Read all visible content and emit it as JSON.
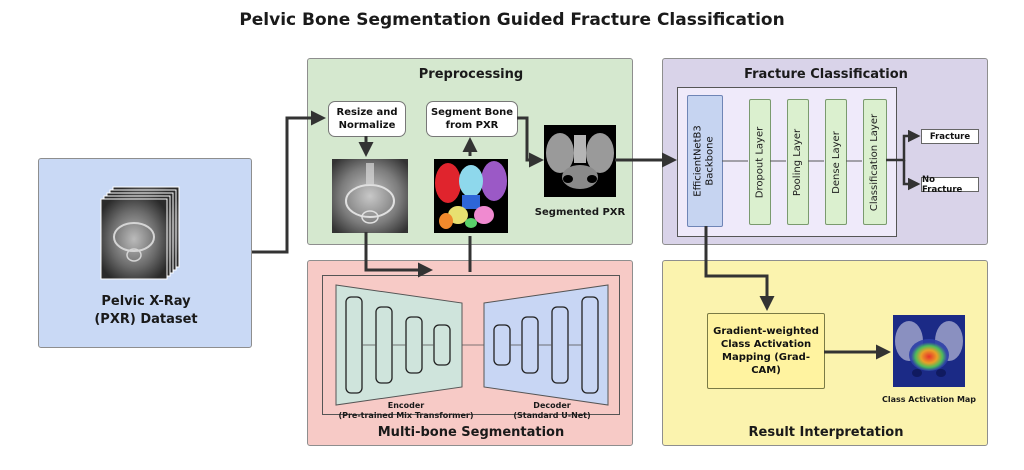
{
  "title": "Pelvic Bone Segmentation Guided Fracture Classification",
  "dataset": {
    "label": "Pelvic X-Ray (PXR) Dataset"
  },
  "preprocessing": {
    "title": "Preprocessing",
    "resize_label": "Resize and Normalize",
    "segment_label": "Segment Bone from PXR",
    "segmented_label": "Segmented PXR"
  },
  "segmentation": {
    "title": "Multi-bone Segmentation",
    "encoder_label": "Encoder",
    "encoder_sub": "(Pre-trained Mix Transformer)",
    "decoder_label": "Decoder",
    "decoder_sub": "(Standard U-Net)"
  },
  "classification": {
    "title": "Fracture Classification",
    "backbone": "EfficientNetB3 Backbone",
    "layers": [
      "Dropout Layer",
      "Pooling Layer",
      "Dense Layer",
      "Classification Layer"
    ],
    "outputs": [
      "Fracture",
      "No Fracture"
    ]
  },
  "interpretation": {
    "title": "Result Interpretation",
    "gradcam_label": "Gradient-weighted Class Activation Mapping (Grad-CAM)",
    "cam_label": "Class Activation Map"
  },
  "colors": {
    "dataset_bg": "#c9d9f5",
    "preprocessing_bg": "#d5e8cf",
    "segmentation_bg": "#f7cac6",
    "classification_bg": "#d9d3e9",
    "interpretation_bg": "#fbf3ae",
    "encoder_fill": "#cfe4dc",
    "decoder_fill": "#c8d6f4",
    "arrow": "#333333"
  }
}
